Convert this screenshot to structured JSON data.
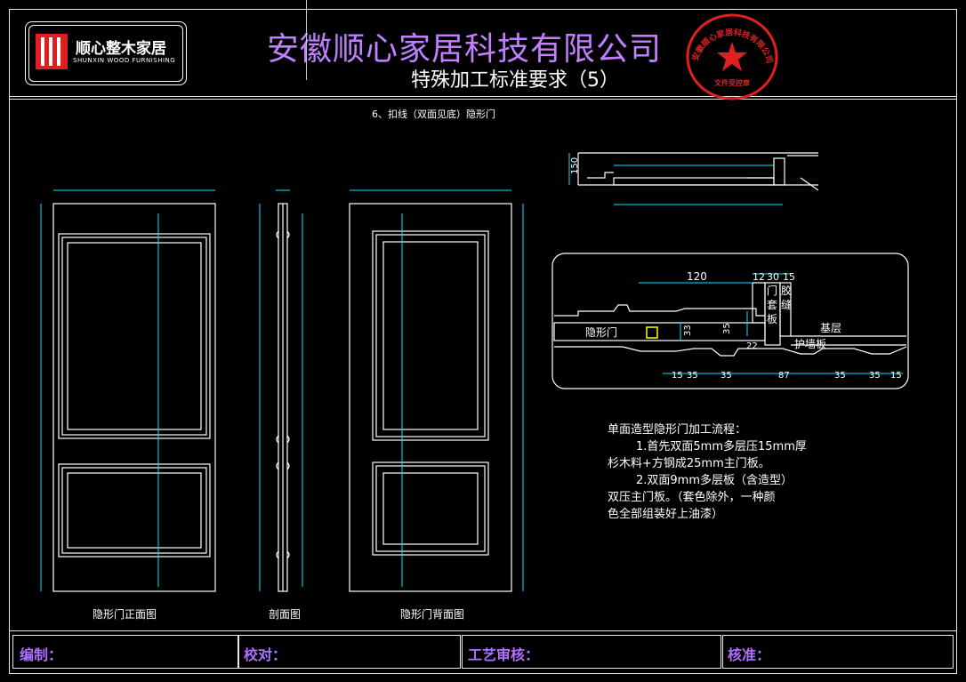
{
  "header": {
    "company_name": "安徽顺心家居科技有限公司",
    "sheet_title": "特殊加工标准要求（5）",
    "logo_name": "顺心整木家居",
    "logo_sub": "SHUNXIN WOOD FURNISHING",
    "stamp_text": "安徽顺心家居科技有限公司",
    "stamp_bottom": "文件受控章"
  },
  "section_title": "6、扣线（双面见底）隐形门",
  "views": {
    "front_label": "隐形门正面图",
    "section_label": "剖面图",
    "back_label": "隐形门背面图"
  },
  "detail": {
    "dim_top": [
      "120",
      "12",
      "30",
      "15"
    ],
    "dim_bottom": [
      "15",
      "35",
      "35",
      "87",
      "35",
      "35",
      "15"
    ],
    "dim_side": [
      "33",
      "35"
    ],
    "dim_22": "22",
    "dim_150": "150",
    "labels": {
      "door": "隐形门",
      "jamb_1": "门",
      "jamb_2": "套",
      "jamb_3": "板",
      "glue_1": "胶",
      "glue_2": "缝",
      "base": "基层",
      "wall_board": "护墙板"
    }
  },
  "notes": [
    "单面造型隐形门加工流程：",
    "1.首先双面5mm多层压15mm厚",
    "杉木料+方钢成25mm主门板。",
    "2.双面9mm多层板（含造型）",
    "双压主门板。（套色除外，一种颜",
    "色全部组装好上油漆）"
  ],
  "footer": {
    "drawn_by": "编制：",
    "checked_by": "校对：",
    "process_review": "工艺审核：",
    "approved_by": "核准："
  },
  "colors": {
    "line": "#ffffff",
    "dim": "#00e5ff",
    "title": "#c080ff",
    "footer": "#b070ff",
    "stamp": "#e02020",
    "accent": "#ffff00"
  }
}
